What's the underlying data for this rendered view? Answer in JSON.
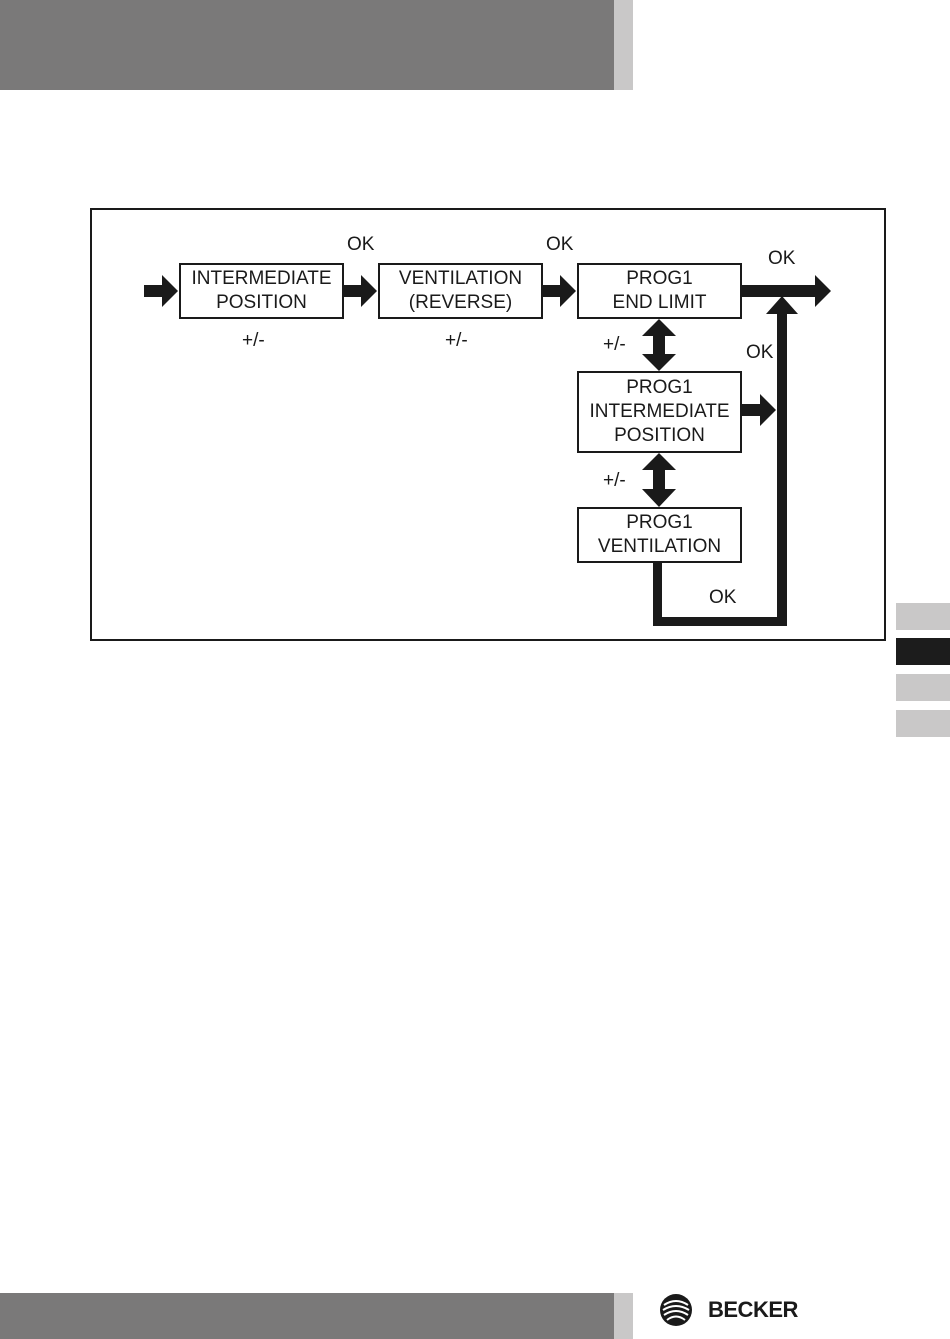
{
  "diagram": {
    "nodes": [
      {
        "id": "intermediate_position",
        "lines": [
          "INTERMEDIATE",
          "POSITION"
        ]
      },
      {
        "id": "ventilation_reverse",
        "lines": [
          "VENTILATION",
          "(REVERSE)"
        ]
      },
      {
        "id": "prog1_end_limit",
        "lines": [
          "PROG1",
          "END LIMIT"
        ]
      },
      {
        "id": "prog1_intermediate_position",
        "lines": [
          "PROG1",
          "INTERMEDIATE",
          "POSITION"
        ]
      },
      {
        "id": "prog1_ventilation",
        "lines": [
          "PROG1",
          "VENTILATION"
        ]
      }
    ],
    "labels": {
      "ok_1": "OK",
      "ok_2": "OK",
      "ok_exit": "OK",
      "ok_inter": "OK",
      "ok_bottom": "OK",
      "pm_1": "+/-",
      "pm_2": "+/-",
      "pm_3": "+/-",
      "pm_4": "+/-"
    },
    "edges": [
      {
        "from": "start",
        "to": "intermediate_position"
      },
      {
        "from": "intermediate_position",
        "to": "ventilation_reverse",
        "label": "OK"
      },
      {
        "from": "ventilation_reverse",
        "to": "prog1_end_limit",
        "label": "OK"
      },
      {
        "from": "prog1_end_limit",
        "to": "exit",
        "label": "OK"
      },
      {
        "from": "prog1_end_limit",
        "to": "prog1_intermediate_position",
        "label": "+/-",
        "bidirectional": true
      },
      {
        "from": "prog1_intermediate_position",
        "to": "prog1_ventilation",
        "label": "+/-",
        "bidirectional": true
      },
      {
        "from": "prog1_intermediate_position",
        "to": "exit",
        "label": "OK"
      },
      {
        "from": "prog1_ventilation",
        "to": "exit",
        "label": "OK"
      }
    ]
  },
  "footer": {
    "brand": "BECKER",
    "logo_icon": "becker-logo-icon"
  },
  "colors": {
    "header_bar": "#7a7979",
    "header_accent": "#c9c8c8",
    "active_tab": "#1c1c1c",
    "inactive_tab": "#c9c8c8",
    "line": "#1a1a1a"
  }
}
